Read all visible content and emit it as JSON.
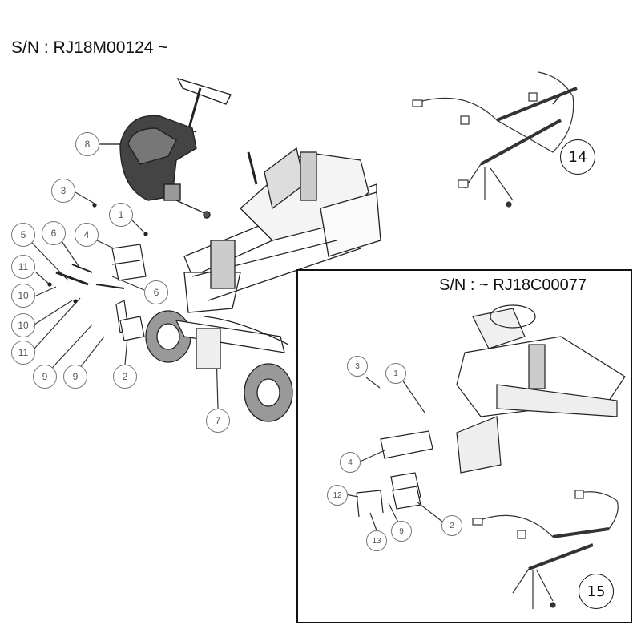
{
  "serials": {
    "top": "S/N : RJ18M00124 ~",
    "inset": "S/N : ~ RJ18C00077"
  },
  "callouts": {
    "main": [
      "8",
      "3",
      "1",
      "5",
      "6",
      "4",
      "11",
      "10",
      "10",
      "11",
      "9",
      "9",
      "6",
      "2",
      "7",
      "14"
    ],
    "inset": [
      "3",
      "1",
      "4",
      "12",
      "13",
      "9",
      "2",
      "15"
    ]
  }
}
